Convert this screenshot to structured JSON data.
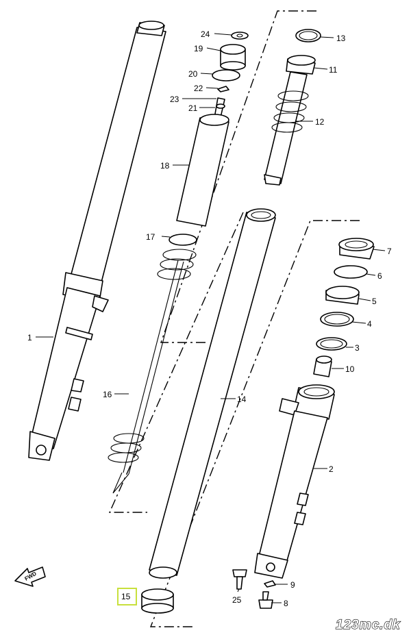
{
  "diagram": {
    "callouts": [
      "1",
      "2",
      "3",
      "4",
      "5",
      "6",
      "7",
      "8",
      "9",
      "10",
      "11",
      "12",
      "13",
      "14",
      "15",
      "16",
      "17",
      "18",
      "19",
      "20",
      "21",
      "22",
      "23",
      "24",
      "25"
    ],
    "highlighted_callout": "15",
    "highlight_color": "#c8e03c",
    "direction_label": "FWD",
    "watermark": "123mc.dk"
  }
}
